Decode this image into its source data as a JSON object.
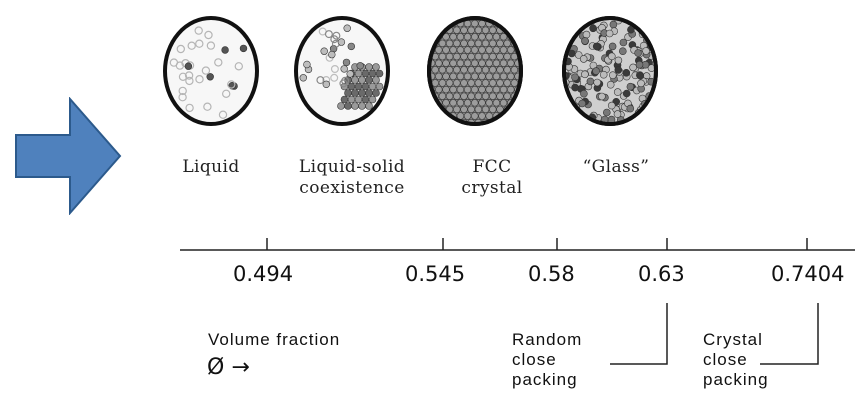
{
  "phases": [
    {
      "label_lines": [
        "Liquid"
      ],
      "icon": "liquid-sphere-icon"
    },
    {
      "label_lines": [
        "Liquid-solid",
        "coexistence"
      ],
      "icon": "coexistence-sphere-icon"
    },
    {
      "label_lines": [
        "FCC",
        "crystal"
      ],
      "icon": "fcc-crystal-sphere-icon"
    },
    {
      "label_lines": [
        "“Glass”"
      ],
      "icon": "glass-sphere-icon"
    }
  ],
  "axis": {
    "ticks": [
      {
        "value": "0.494"
      },
      {
        "value": "0.545"
      },
      {
        "value": "0.58"
      },
      {
        "value": "0.63"
      },
      {
        "value": "0.7404"
      }
    ]
  },
  "annotations": {
    "volume_fraction": "Volume fraction",
    "phi_symbol": "Ø",
    "arrow": "→",
    "random_close_packing": [
      "Random",
      "close",
      "packing"
    ],
    "crystal_close_packing": [
      "Crystal",
      "close",
      "packing"
    ]
  },
  "colors": {
    "arrow_fill": "#4f81bd",
    "arrow_stroke": "#2c5a8c",
    "axis": "#222222"
  }
}
